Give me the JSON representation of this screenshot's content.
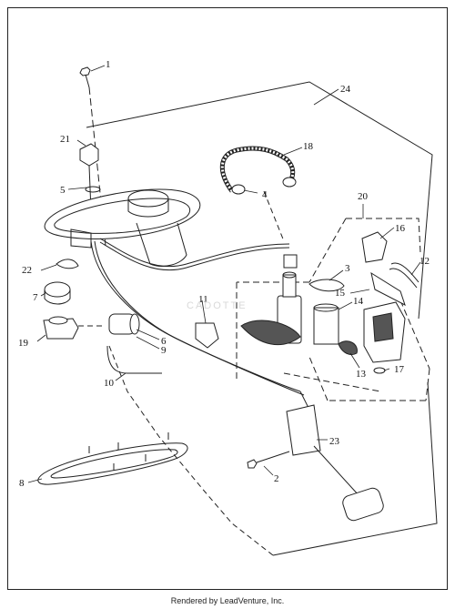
{
  "diagram": {
    "callouts": [
      "1",
      "2",
      "3",
      "4",
      "5",
      "6",
      "7",
      "8",
      "9",
      "10",
      "11",
      "12",
      "13",
      "14",
      "15",
      "16",
      "17",
      "18",
      "19",
      "20",
      "21",
      "22",
      "23",
      "24"
    ]
  },
  "watermark": {
    "text": "CADOTTE"
  },
  "footer": {
    "text": "Rendered by LeadVenture, Inc."
  },
  "colors": {
    "line": "#222222",
    "background": "#ffffff",
    "watermark": "#d9d9d9"
  }
}
